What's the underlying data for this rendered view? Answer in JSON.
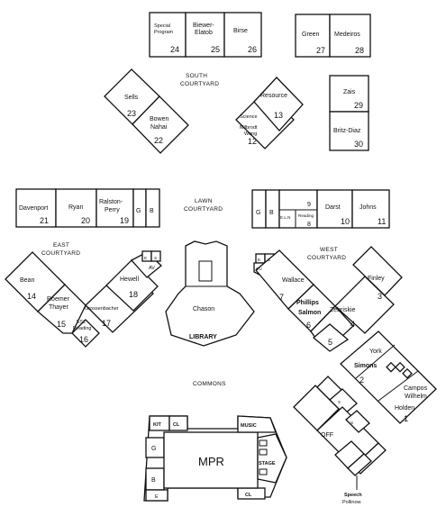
{
  "areas": {
    "south": [
      "SOUTH",
      "COURTYARD"
    ],
    "lawn": [
      "LAWN",
      "COURTYARD"
    ],
    "east": [
      "EAST",
      "COURTYARD"
    ],
    "west": [
      "WEST",
      "COURTYARD"
    ],
    "commons": "COMMONS"
  },
  "rooms": {
    "special_program": {
      "name": [
        "Special",
        "Program"
      ],
      "number": "24"
    },
    "biewer_elatob": {
      "name": [
        "Biewer-",
        "Elatob"
      ],
      "number": "25"
    },
    "birse": {
      "name": "Birse",
      "number": "26"
    },
    "green": {
      "name": "Green",
      "number": "27"
    },
    "medeiros": {
      "name": "Medeiros",
      "number": "28"
    },
    "sells": {
      "name": "Sells",
      "number": "23"
    },
    "bowen_nahai": {
      "name": [
        "Bowen",
        "Nahai"
      ],
      "number": "22"
    },
    "resource": {
      "name": "Resource",
      "number": "13"
    },
    "science": {
      "name": "Science"
    },
    "milbrodt_wong": {
      "name": [
        "Milbrodt",
        "Wong"
      ],
      "number": "12"
    },
    "zais": {
      "name": "Zais",
      "number": "29"
    },
    "britz_diaz": {
      "name": "Britz-Diaz",
      "number": "30"
    },
    "davenport": {
      "name": "Davenport",
      "number": "21"
    },
    "ryan": {
      "name": "Ryan",
      "number": "20"
    },
    "ralston_perry": {
      "name": [
        "Ralston-",
        "Perry"
      ],
      "number": "19"
    },
    "darst": {
      "name": "Darst",
      "number": "10"
    },
    "johns": {
      "name": "Johns",
      "number": "11"
    },
    "eln": {
      "name": "E.L.N"
    },
    "reading_w": {
      "name": "Reading"
    },
    "bean": {
      "name": "Bean",
      "number": "14"
    },
    "roemer_thayer": {
      "name": [
        "Roemer",
        "Thayer"
      ],
      "number": "15"
    },
    "grossenbacher": {
      "name": "Grossenbacher",
      "number": "17"
    },
    "esl_reading": {
      "name": [
        "ESL",
        "Reading"
      ],
      "number": "16"
    },
    "hewell": {
      "name": "Hewell",
      "number": "18"
    },
    "av": {
      "name": "AV"
    },
    "chason_library": {
      "name": "Chason",
      "sub": "LIBRARY"
    },
    "wallace": {
      "name": "Wallace",
      "number": "7"
    },
    "phillips_salmon": {
      "name": [
        "Phillips",
        "Salmon"
      ],
      "number": "6"
    },
    "zebriskie": {
      "name": "Zebriskie",
      "number": "4"
    },
    "finley": {
      "name": "Finley",
      "number": "3"
    },
    "room5": {
      "number": "5"
    },
    "cu": {
      "name": "CU"
    },
    "york": {
      "name": "York"
    },
    "simons": {
      "name": "Simons",
      "number": "2"
    },
    "campos_wilhelm": {
      "name": [
        "Campos",
        "Wilhelm"
      ]
    },
    "holden": {
      "name": "Holden",
      "number": "1"
    },
    "off": {
      "name": "OFF"
    },
    "speech": {
      "name": [
        "Speech",
        "Pollinow"
      ]
    },
    "mpr": {
      "name": "MPR"
    },
    "kit": {
      "name": "KIT"
    },
    "music": {
      "name": "MUSIC"
    },
    "stage": {
      "name": "STAGE"
    }
  },
  "single_letters": {
    "g": "G",
    "b": "B",
    "e": "E",
    "s": "S",
    "cl": "CL",
    "num8": "8",
    "num9": "9"
  }
}
